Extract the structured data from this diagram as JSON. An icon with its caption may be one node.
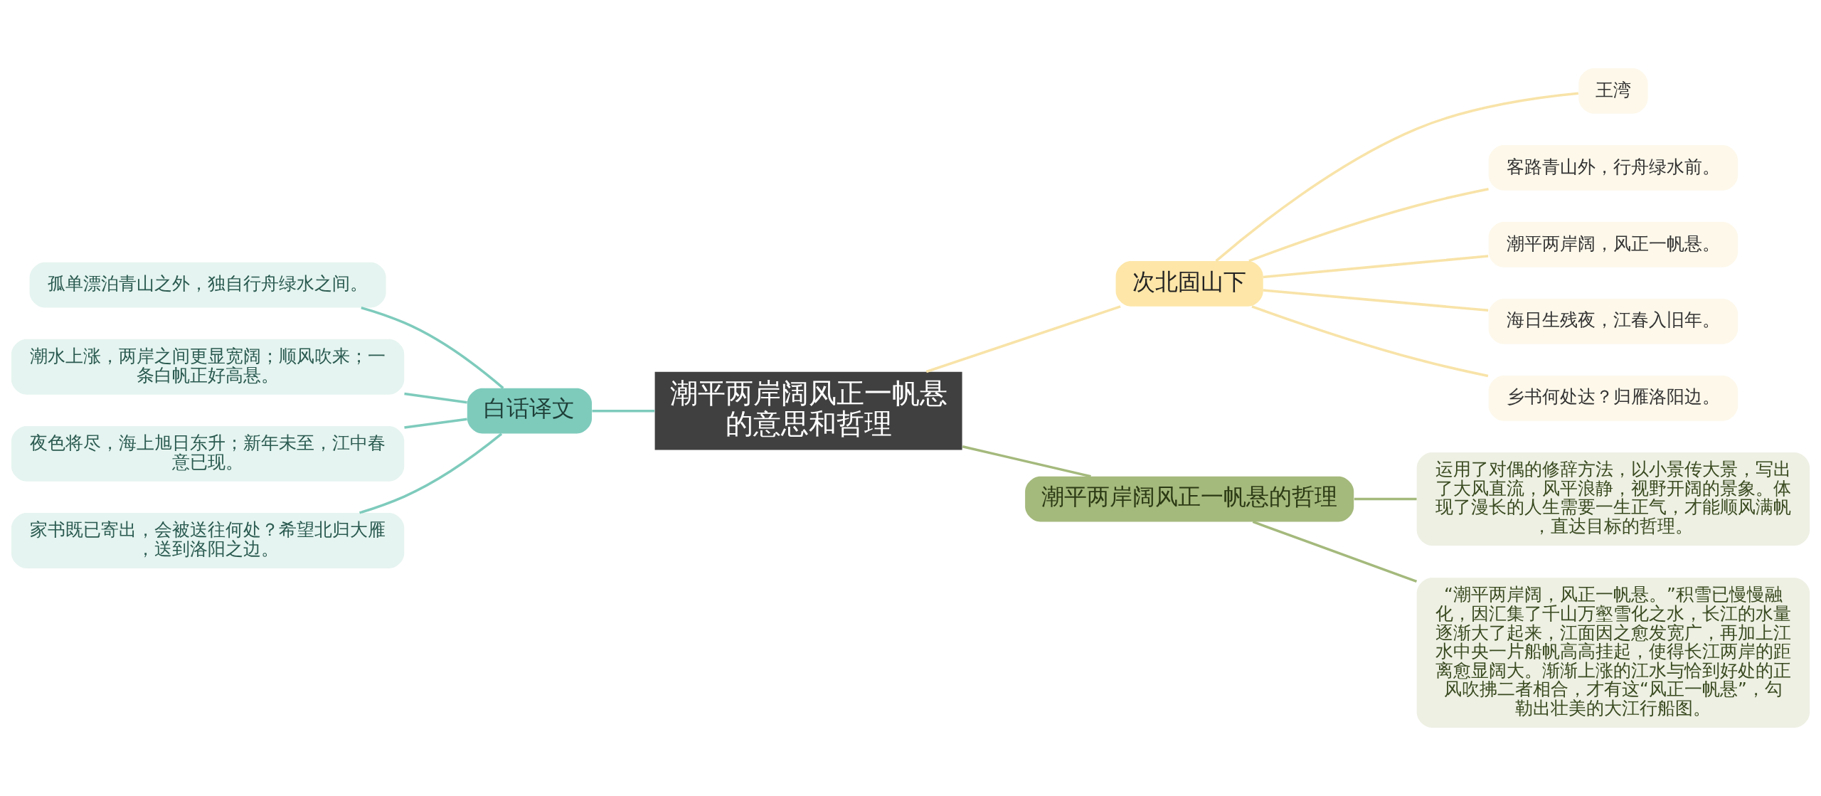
{
  "diagram": {
    "nodes": [
      {
        "text": [
          "潮平两岸阔风正一帆悬的意思和哲理"
        ]
      },
      {
        "text": [
          "次北固山下"
        ]
      },
      {
        "text": [
          "王湾"
        ]
      },
      {
        "text": [
          "客路青山外，行舟绿水前。"
        ]
      },
      {
        "text": [
          "潮平两岸阔，风正一帆悬。"
        ]
      },
      {
        "text": [
          "海日生残夜，江春入旧年。"
        ]
      },
      {
        "text": [
          "乡书何处达？归雁洛阳边。"
        ]
      },
      {
        "text": [
          "白话译文"
        ]
      },
      {
        "text": [
          "孤单漂泊青山之外，独自行舟绿水之间。"
        ]
      },
      {
        "text": [
          "潮水上涨，两岸之间更显宽阔；顺风吹来；一条白帆正好高悬。"
        ]
      },
      {
        "text": [
          "夜色将尽，海上旭日东升；新年未至，江中春意已现。"
        ]
      },
      {
        "text": [
          "家书既已寄出，会被送往何处？希望北归大雁，送到洛阳之边。"
        ]
      },
      {
        "text": [
          "潮平两岸阔风正一帆悬的哲理"
        ]
      },
      {
        "text": [
          "运用了对偶的修辞方法，以小景传大景，写出了大风直流，风平浪静，视野开阔的景象。体现了漫长的人生需要一生正气，才能顺风满帆，直达目标的哲理。"
        ]
      },
      {
        "text": [
          "“潮平两岸阔，风正一帆悬。”积雪已慢慢融化，因汇集了千山万壑雪化之水，长江的水量逐渐大了起来，江面因之愈发宽广，再加上江水中央一片船帆高高挂起，使得长江两岸的距离愈显阔大。渐渐上涨的江水与恰到好处的正风吹拂二者相合，才有这“风正一帆悬”，勾勒出壮美的大江行船图。"
        ]
      }
    ],
    "edges": [
      {
        "from": 0,
        "to": 1,
        "arrow": "none",
        "color": "#f8e3a8"
      },
      {
        "from": 1,
        "to": 2,
        "arrow": "none",
        "color": "#f8e3a8"
      },
      {
        "from": 1,
        "to": 3,
        "arrow": "none",
        "color": "#f8e3a8"
      },
      {
        "from": 1,
        "to": 4,
        "arrow": "none",
        "color": "#f8e3a8"
      },
      {
        "from": 1,
        "to": 5,
        "arrow": "none",
        "color": "#f8e3a8"
      },
      {
        "from": 1,
        "to": 6,
        "arrow": "none",
        "color": "#f8e3a8"
      },
      {
        "from": 7,
        "to": 0,
        "arrow": "none",
        "color": "#7ecbbc"
      },
      {
        "from": 8,
        "to": 7,
        "arrow": "none",
        "color": "#7ecbbc"
      },
      {
        "from": 9,
        "to": 7,
        "arrow": "none",
        "color": "#7ecbbc"
      },
      {
        "from": 10,
        "to": 7,
        "arrow": "none",
        "color": "#7ecbbc"
      },
      {
        "from": 11,
        "to": 7,
        "arrow": "none",
        "color": "#7ecbbc"
      },
      {
        "from": 0,
        "to": 12,
        "arrow": "none",
        "color": "#a4b97c"
      },
      {
        "from": 12,
        "to": 13,
        "arrow": "none",
        "color": "#a4b97c"
      },
      {
        "from": 12,
        "to": 14,
        "arrow": "none",
        "color": "#a4b97c"
      }
    ]
  }
}
